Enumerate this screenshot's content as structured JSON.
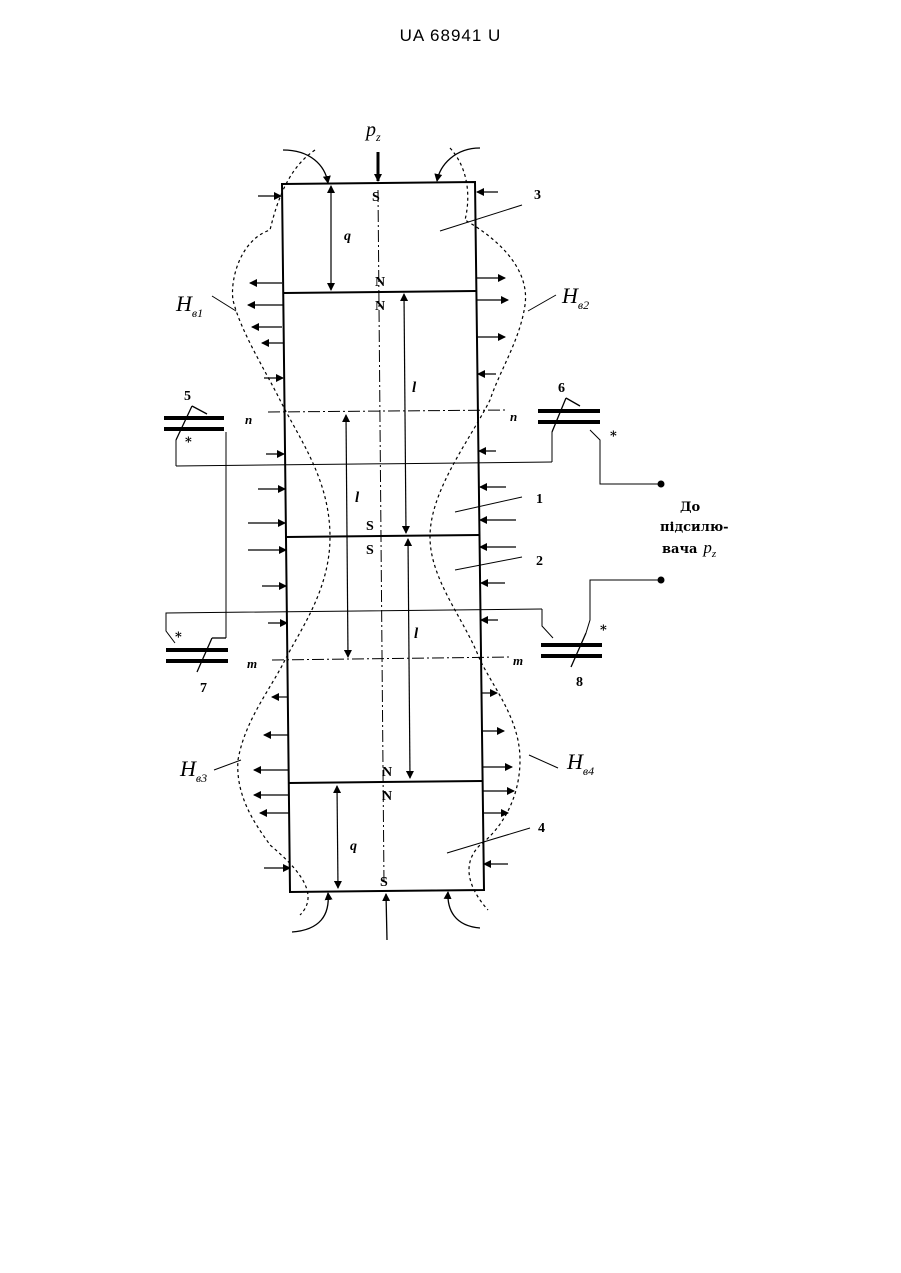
{
  "header": {
    "text": "UA   68941   U"
  },
  "figure": {
    "force_label": {
      "base": "p",
      "sub": "z"
    },
    "poles": {
      "s": "S",
      "n": "N"
    },
    "dim_q": "q",
    "dim_l": "l",
    "section_n": "n",
    "section_m": "m",
    "field_sub_1": "в1",
    "field_sub_2": "в2",
    "field_sub_3": "в3",
    "field_sub_4": "в4",
    "field_base": "H",
    "callouts": [
      "1",
      "2",
      "3",
      "4"
    ],
    "sensors": [
      "5",
      "6",
      "7",
      "8"
    ],
    "star": "*",
    "amp_note": {
      "line1": "До",
      "line2": "підсилю-",
      "line3": "вача",
      "var": "p",
      "sub": "z"
    }
  }
}
